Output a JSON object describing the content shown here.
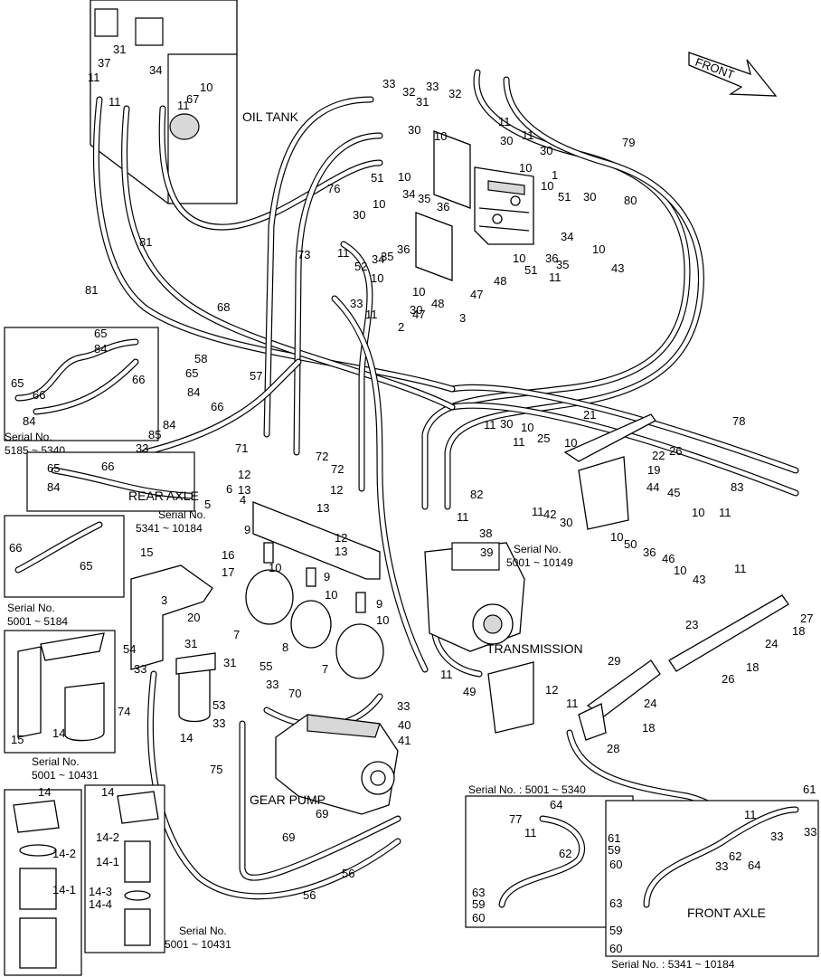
{
  "components": {
    "oil_tank": "OIL TANK",
    "transmission": "TRANSMISSION",
    "gear_pump": "GEAR PUMP",
    "rear_axle": "REAR AXLE",
    "front_axle": "FRONT AXLE",
    "front_arrow": "FRONT"
  },
  "serial_notes": {
    "s_5185_5340": [
      "Serial No.",
      "5185 ~ 5340"
    ],
    "s_5341_10184": [
      "Serial No.",
      "5341 ~ 10184"
    ],
    "s_5001_5184": [
      "Serial No.",
      "5001 ~ 5184"
    ],
    "s_5001_10149": [
      "Serial No.",
      "5001 ~ 10149"
    ],
    "s_5001_10431_a": [
      "Serial No.",
      "5001 ~ 10431"
    ],
    "s_5001_10431_b": [
      "Serial No.",
      "5001 ~ 10431"
    ],
    "front_top": "Serial No. : 5001 ~ 5340",
    "front_bottom": "Serial No. : 5341 ~ 10184"
  },
  "callouts": [
    "1",
    "2",
    "3",
    "4",
    "5",
    "6",
    "7",
    "8",
    "9",
    "10",
    "11",
    "12",
    "13",
    "14",
    "14-1",
    "14-2",
    "14-3",
    "14-4",
    "15",
    "16",
    "17",
    "18",
    "19",
    "20",
    "21",
    "22",
    "23",
    "24",
    "25",
    "26",
    "27",
    "28",
    "29",
    "30",
    "31",
    "32",
    "33",
    "34",
    "35",
    "36",
    "37",
    "38",
    "39",
    "40",
    "41",
    "42",
    "43",
    "44",
    "45",
    "46",
    "47",
    "48",
    "49",
    "50",
    "51",
    "52",
    "53",
    "54",
    "55",
    "56",
    "57",
    "58",
    "59",
    "60",
    "61",
    "62",
    "63",
    "64",
    "65",
    "66",
    "67",
    "68",
    "69",
    "70",
    "71",
    "72",
    "73",
    "74",
    "75",
    "76",
    "77",
    "78",
    "79",
    "80",
    "81",
    "82",
    "83",
    "84",
    "85"
  ]
}
